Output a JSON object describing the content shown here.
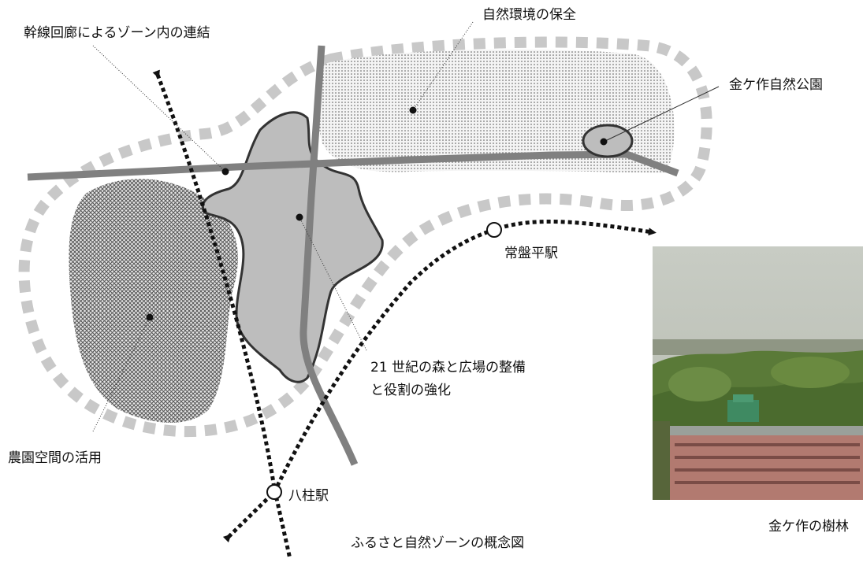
{
  "labels": {
    "trunk_corridor": "幹線回廊によるゾーン内の連結",
    "nature_conservation": "自然環境の保全",
    "kanegasaku_park": "金ケ作自然公園",
    "tokiwadaira_station": "常盤平駅",
    "forest_plaza_line1": "21 世紀の森と広場の整備",
    "forest_plaza_line2": "と役割の強化",
    "farm_space": "農園空間の活用",
    "yabashira_station": "八柱駅",
    "diagram_caption": "ふるさと自然ゾーンの概念図",
    "photo_caption": "金ケ作の樹林"
  },
  "colors": {
    "zone_boundary": "#c8c8c8",
    "road": "#808080",
    "park_fill": "#bdbdbd",
    "outline": "#333333",
    "railway": "#111111"
  }
}
